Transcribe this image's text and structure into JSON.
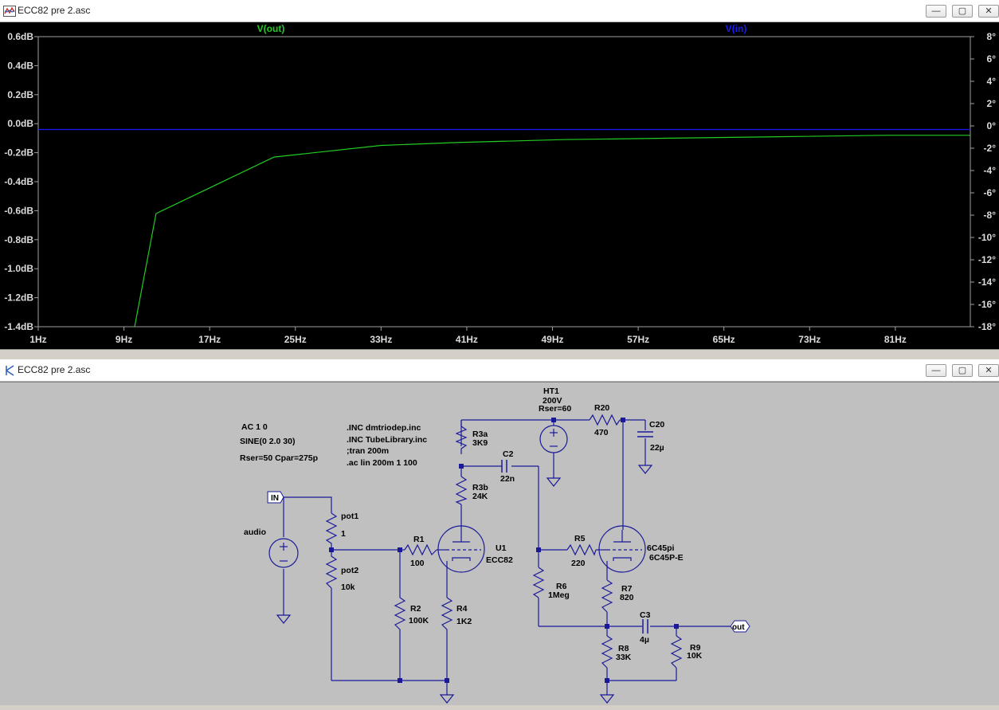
{
  "plot_window": {
    "title": "ECC82 pre 2.asc",
    "buttons": {
      "minimize": "—",
      "restore": "▢",
      "close": "✕"
    }
  },
  "schematic_window": {
    "title": "ECC82 pre 2.asc",
    "buttons": {
      "minimize": "—",
      "restore": "▢",
      "close": "✕"
    }
  },
  "colors": {
    "plot_bg": "#000000",
    "vout": "#22cc22",
    "vin": "#1a1aff",
    "axis_text": "#dcdcdc",
    "schematic_bg": "#c0c0c0",
    "wire": "#1a1a99"
  },
  "chart_data": {
    "type": "line",
    "x_ticks": [
      "1Hz",
      "9Hz",
      "17Hz",
      "25Hz",
      "33Hz",
      "41Hz",
      "49Hz",
      "57Hz",
      "65Hz",
      "73Hz",
      "81Hz"
    ],
    "y_left_ticks": [
      "0.6dB",
      "0.4dB",
      "0.2dB",
      "0.0dB",
      "-0.2dB",
      "-0.4dB",
      "-0.6dB",
      "-0.8dB",
      "-1.0dB",
      "-1.2dB",
      "-1.4dB"
    ],
    "y_right_ticks": [
      "8°",
      "6°",
      "4°",
      "2°",
      "0°",
      "-2°",
      "-4°",
      "-6°",
      "-8°",
      "-10°",
      "-12°",
      "-14°",
      "-16°",
      "-18°"
    ],
    "xlim": [
      1,
      88
    ],
    "ylim": [
      -1.4,
      0.6
    ],
    "y2lim": [
      -18,
      8
    ],
    "series": [
      {
        "name": "V(out)",
        "x": [
          10,
          12,
          23,
          33,
          40,
          50,
          60,
          70,
          80,
          88
        ],
        "y": [
          -1.4,
          -0.62,
          -0.23,
          -0.15,
          -0.13,
          -0.11,
          -0.1,
          -0.09,
          -0.08,
          -0.08
        ]
      },
      {
        "name": "V(in)",
        "x": [
          1,
          88
        ],
        "y": [
          -0.04,
          -0.04
        ]
      }
    ],
    "grid": false
  },
  "schematic": {
    "directives": [
      {
        "id": "ac",
        "text": "AC 1 0"
      },
      {
        "id": "sine",
        "text": "SINE(0 2.0 30)"
      },
      {
        "id": "rser",
        "text": "Rser=50 Cpar=275p"
      },
      {
        "id": "inc1",
        "text": ".INC dmtriodep.inc"
      },
      {
        "id": "inc2",
        "text": ".INC TubeLibrary.inc"
      },
      {
        "id": "tran",
        "text": ";tran 200m"
      },
      {
        "id": "acl",
        "text": ".ac lin 200m 1 100"
      }
    ],
    "labels": {
      "ht1_name": "HT1",
      "ht1_val": "200V",
      "ht1_rser": "Rser=60",
      "r20": "R20",
      "r20v": "470",
      "c20": "C20",
      "c20v": "22µ",
      "r3a": "R3a",
      "r3av": "3K9",
      "r3b": "R3b",
      "r3bv": "24K",
      "c2": "C2",
      "c2v": "22n",
      "audio": "audio",
      "in_label": "IN",
      "out_label": "out",
      "pot1": "pot1",
      "pot1v": "1",
      "pot2": "pot2",
      "pot2v": "10k",
      "r1": "R1",
      "r1v": "100",
      "u1": "U1",
      "u1v": "ECC82",
      "r2": "R2",
      "r2v": "100K",
      "r4": "R4",
      "r4v": "1K2",
      "r5": "R5",
      "r5v": "220",
      "r6": "R6",
      "r6v": "1Meg",
      "v2": "6C45pi",
      "v2v": "6C45P-E",
      "r7": "R7",
      "r7v": "820",
      "c3": "C3",
      "c3v": "4µ",
      "r8": "R8",
      "r8v": "33K",
      "r9": "R9",
      "r9v": "10K"
    }
  }
}
